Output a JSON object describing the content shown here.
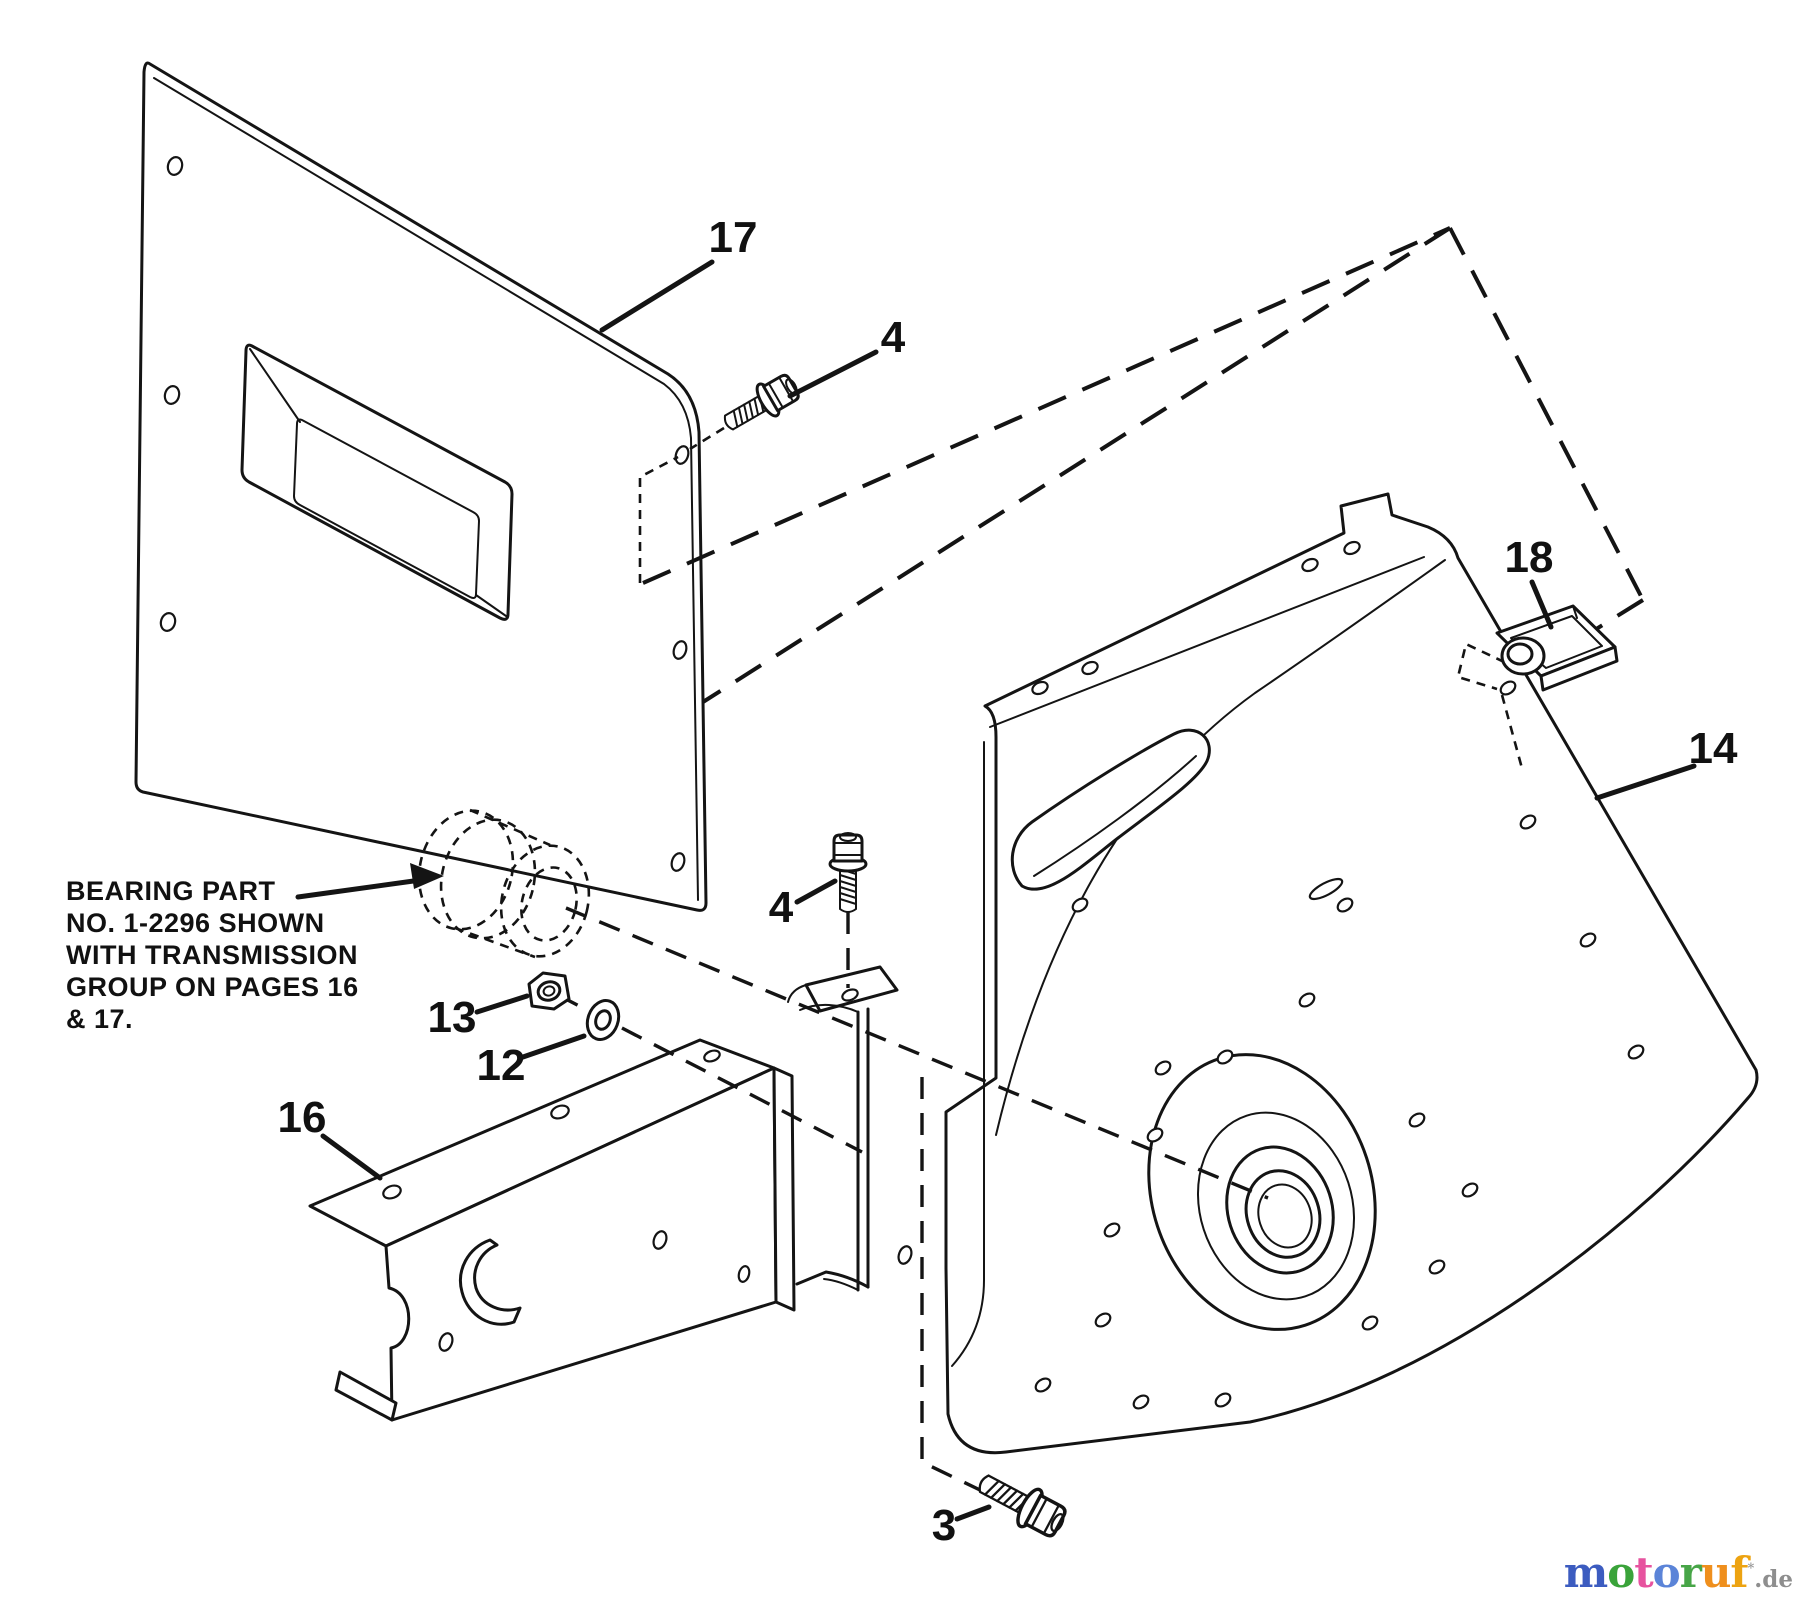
{
  "page": {
    "background": "#ffffff",
    "ink": "#141414"
  },
  "note": {
    "lines": [
      "BEARING PART",
      "NO. 1-2296 SHOWN",
      "WITH TRANSMISSION",
      "GROUP ON PAGES 16",
      "& 17."
    ]
  },
  "parts": [
    {
      "name": "rear-cover-panel",
      "num": "17"
    },
    {
      "name": "upper-flange-bolt",
      "num": "4"
    },
    {
      "name": "clip-nut",
      "num": "18"
    },
    {
      "name": "side-panel",
      "num": "14"
    },
    {
      "name": "center-flange-bolt",
      "num": "4"
    },
    {
      "name": "hex-nut",
      "num": "13"
    },
    {
      "name": "flat-washer",
      "num": "12"
    },
    {
      "name": "support-bracket",
      "num": "16"
    },
    {
      "name": "lower-flange-bolt",
      "num": "3"
    }
  ],
  "watermark": {
    "label": "motoruf.de",
    "letters": [
      {
        "ch": "m",
        "color": "#3c5cc0"
      },
      {
        "ch": "o",
        "color": "#3aa33a"
      },
      {
        "ch": "t",
        "color": "#e7539f"
      },
      {
        "ch": "o",
        "color": "#5b84d8"
      },
      {
        "ch": "r",
        "color": "#47a547"
      },
      {
        "ch": "u",
        "color": "#ef8f1d"
      },
      {
        "ch": "f",
        "color": "#eda311"
      },
      {
        "ch": "*",
        "color": "#9a9a9a"
      },
      {
        "ch": ".de",
        "color": "#8e8e8e"
      }
    ]
  }
}
